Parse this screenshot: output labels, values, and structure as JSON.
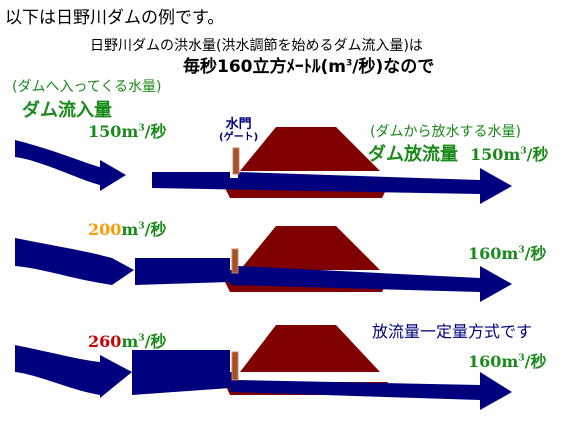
{
  "title": "以下は日野川ダムの例です。",
  "subtitle": "日野川ダムの洪水量(洪水調節を始めるダム流入量)は",
  "emphasis": {
    "prefix": "毎秒160立方ﾒｰﾄﾙ(m",
    "sup": "3",
    "suffix": "/秒)なので"
  },
  "inflow_note": "(ダムへ入ってくる水量)",
  "inflow_label": "ダム流入量",
  "outflow_note": "(ダムから放水する水量)",
  "outflow_label": "ダム放流量",
  "gate_label": "水門",
  "gate_sub": "(ゲート)",
  "method_label": "放流量一定量方式です",
  "unit_prefix": "m",
  "unit_sup": "3",
  "unit_suffix": "/秒",
  "rows": [
    {
      "inflow": "150",
      "inflow_color": "#1a8a1a",
      "outflow": "150"
    },
    {
      "inflow": "200",
      "inflow_color": "#ff9900",
      "outflow": "160"
    },
    {
      "inflow": "260",
      "inflow_color": "#cc0000",
      "outflow": "160"
    }
  ],
  "colors": {
    "water": "#00007f",
    "dam": "#800000",
    "gate": "#a0522d",
    "label_green": "#1a8a1a"
  }
}
